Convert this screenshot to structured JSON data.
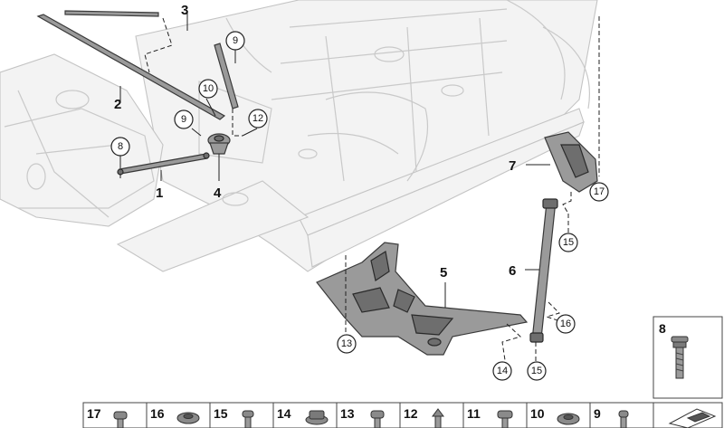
{
  "callouts": {
    "part_1": "1",
    "part_2": "2",
    "part_3": "3",
    "part_4": "4",
    "part_5": "5",
    "part_6": "6",
    "part_7": "7",
    "ref_8": "8",
    "ref_9a": "9",
    "ref_9b": "9",
    "ref_10": "10",
    "ref_12": "12",
    "ref_13": "13",
    "ref_14": "14",
    "ref_15a": "15",
    "ref_15b": "15",
    "ref_16": "16",
    "ref_17": "17"
  },
  "legend_box": {
    "number": "8"
  },
  "fastener_strip": {
    "items": [
      "17",
      "16",
      "15",
      "14",
      "13",
      "12",
      "11",
      "10",
      "9"
    ]
  }
}
